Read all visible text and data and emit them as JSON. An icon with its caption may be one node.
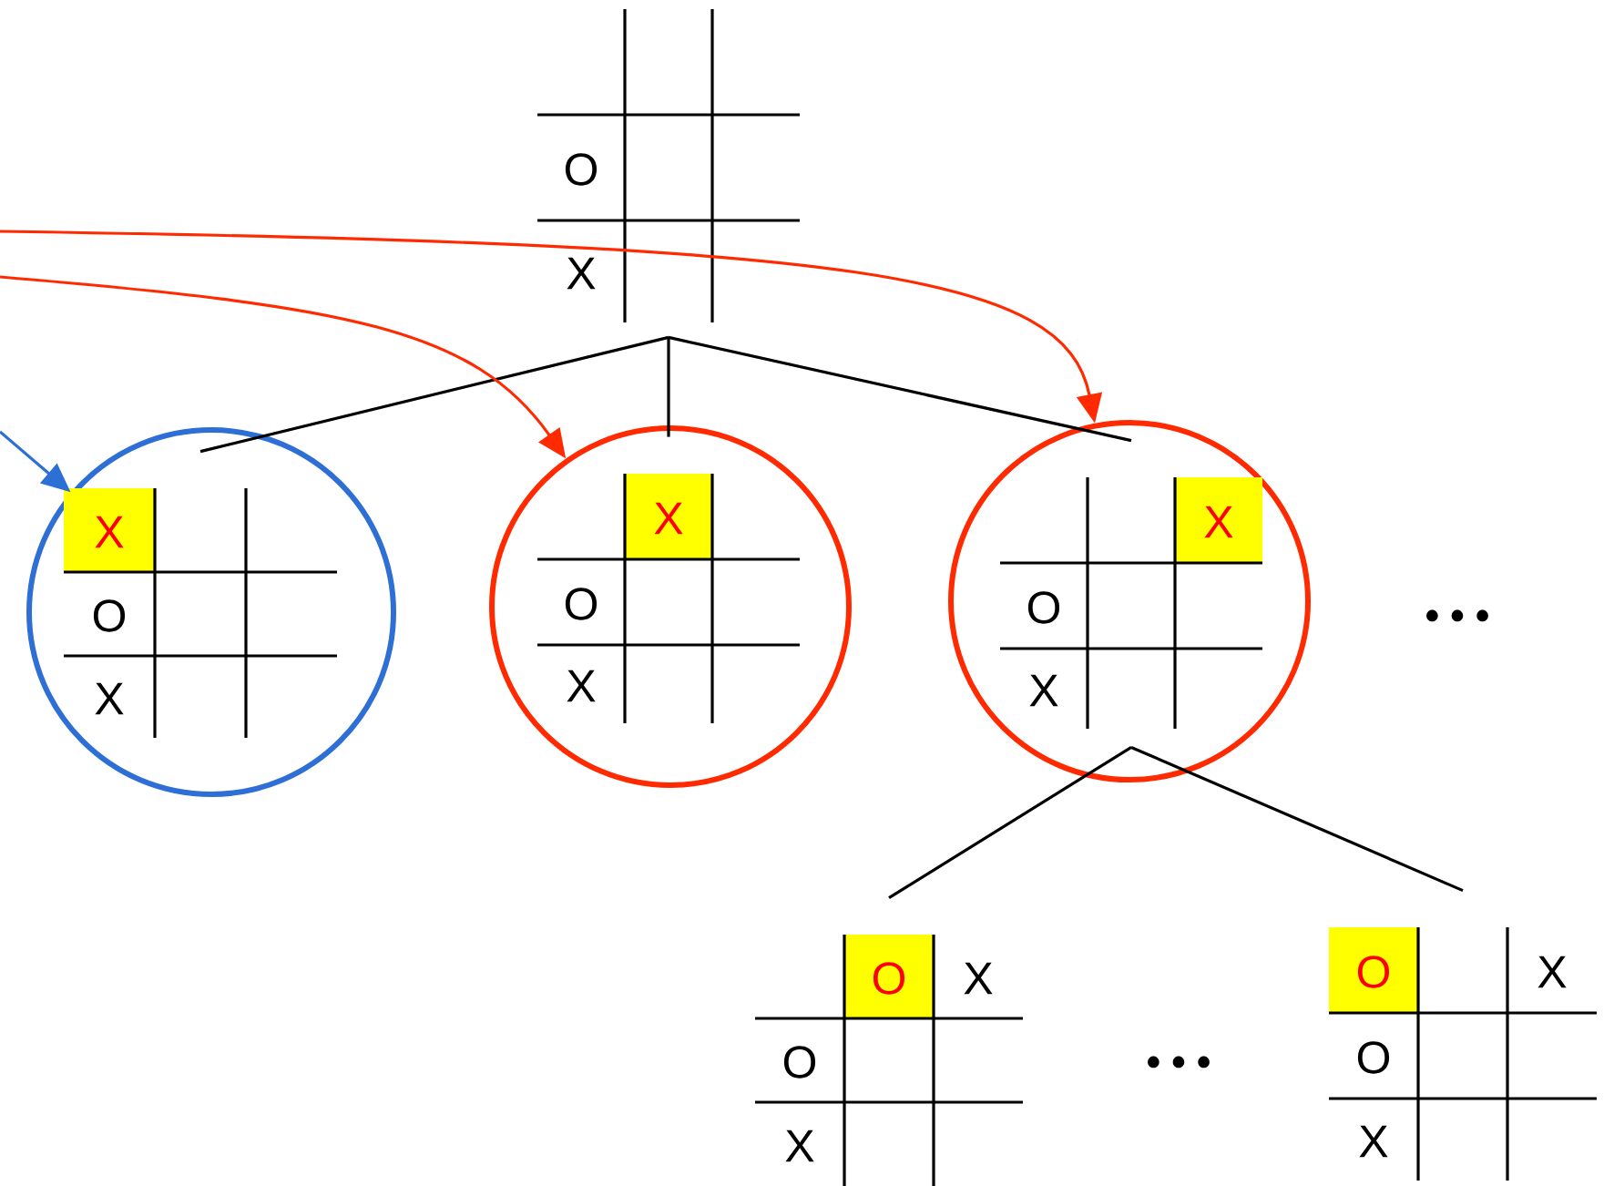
{
  "diagram": {
    "nodes": [
      {
        "text": [
          "O",
          "X"
        ]
      },
      {
        "text": [],
        "shape": "circle"
      },
      {
        "text": [
          "X",
          "O",
          "X"
        ],
        "in": 1
      },
      {
        "text": [],
        "shape": "circle"
      },
      {
        "text": [
          "X",
          "O",
          "X"
        ],
        "in": 3
      },
      {
        "text": [],
        "shape": "circle"
      },
      {
        "text": [
          "X",
          "O",
          "X"
        ],
        "in": 5
      },
      {
        "text": [
          "O",
          "X",
          "O",
          "X"
        ]
      },
      {
        "text": [
          "O",
          "X",
          "O",
          "X"
        ]
      }
    ],
    "edges": [
      {
        "from": 0,
        "to": 2,
        "arrow": "none"
      },
      {
        "from": 0,
        "to": 4,
        "arrow": "none"
      },
      {
        "from": 0,
        "to": 6,
        "arrow": "none"
      },
      {
        "from": 6,
        "to": 7,
        "arrow": "none"
      },
      {
        "from": 6,
        "to": 8,
        "arrow": "none"
      },
      {
        "from": null,
        "to": 5,
        "arrow": "to",
        "color": "#ff2a00"
      },
      {
        "from": null,
        "to": 3,
        "arrow": "to",
        "color": "#ff2a00"
      },
      {
        "from": null,
        "to": 1,
        "arrow": "to",
        "color": "#2e6fd6"
      }
    ],
    "labels": [
      "• • •",
      "• • •"
    ]
  }
}
